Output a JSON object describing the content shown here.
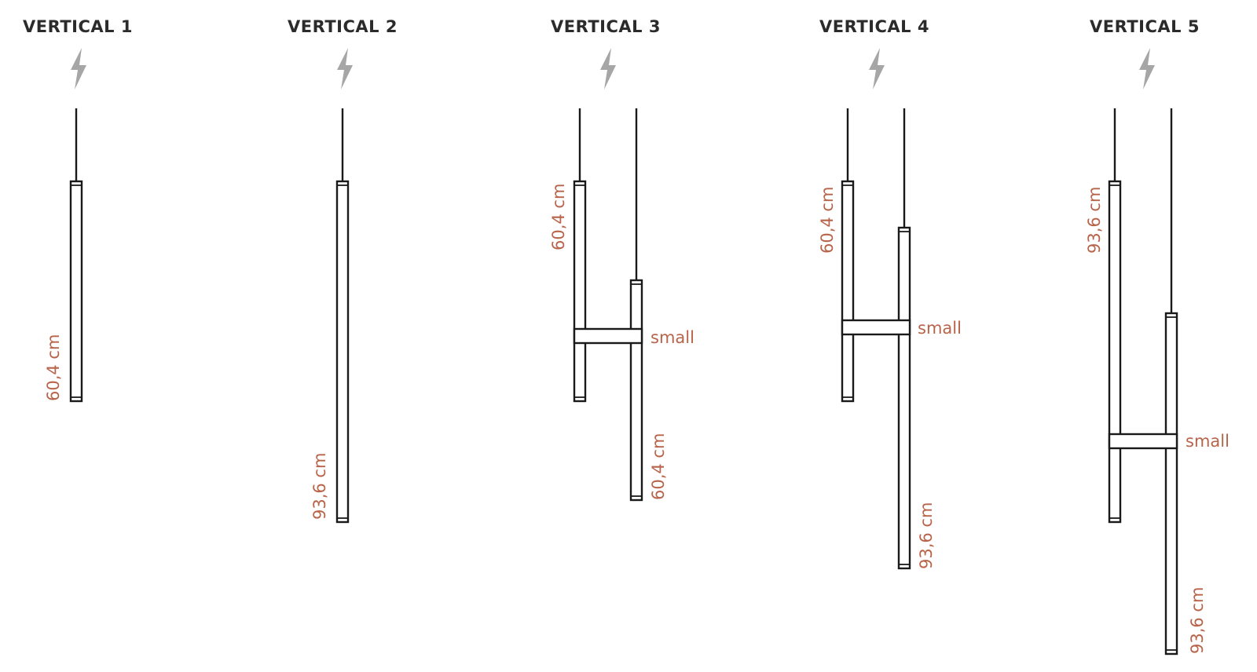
{
  "variants": [
    {
      "title": "VERTICAL 1",
      "tube_labels": [
        "60,4 cm"
      ]
    },
    {
      "title": "VERTICAL 2",
      "tube_labels": [
        "93,6 cm"
      ]
    },
    {
      "title": "VERTICAL 3",
      "tube_labels": [
        "60,4 cm",
        "60,4 cm"
      ],
      "connector_label": "small"
    },
    {
      "title": "VERTICAL 4",
      "tube_labels": [
        "60,4 cm",
        "93,6 cm"
      ],
      "connector_label": "small"
    },
    {
      "title": "VERTICAL 5",
      "tube_labels": [
        "93,6 cm",
        "93,6 cm"
      ],
      "connector_label": "small"
    }
  ],
  "colors": {
    "dimension_text": "#b8644a",
    "power_icon": "#a6a6a6",
    "lines": "#1a1a1a"
  },
  "icons": {
    "power": "lightning-bolt-icon"
  }
}
